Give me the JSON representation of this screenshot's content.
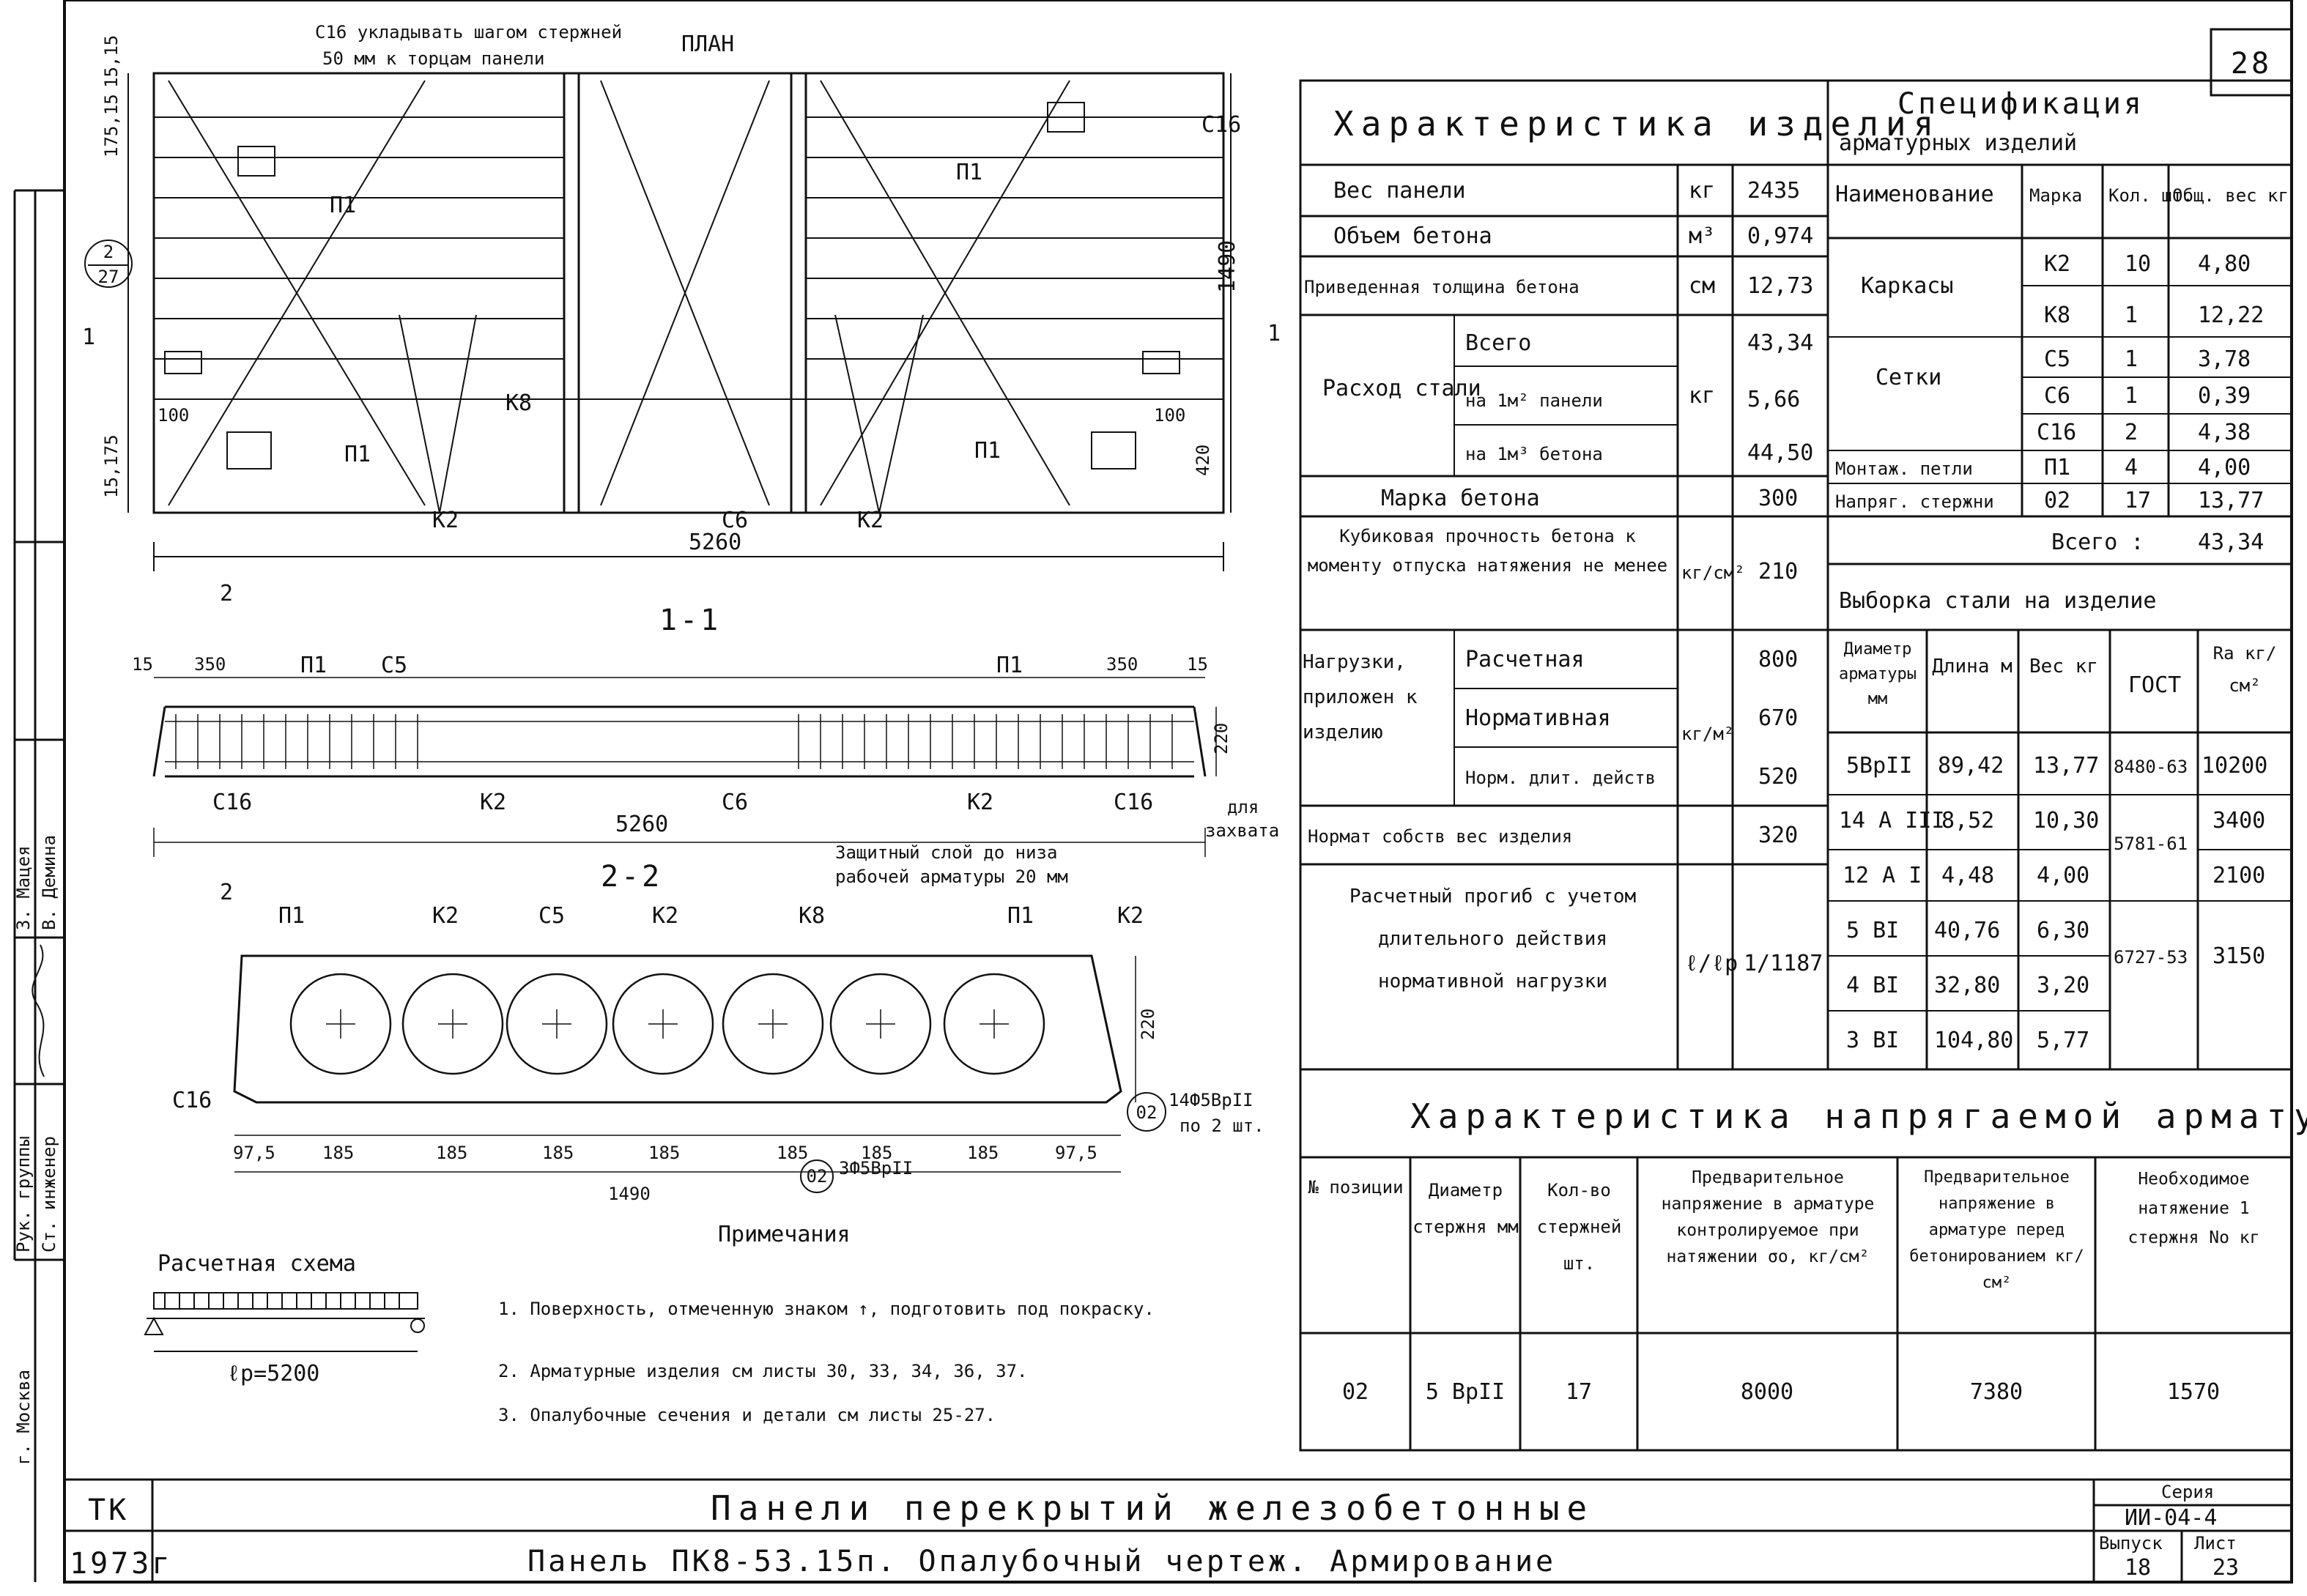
{
  "sheet_number": "28",
  "plan": {
    "title": "ПЛАН",
    "note_line1": "С16 укладывать шагом стержней",
    "note_line2": "50 мм к торцам панели",
    "length": "5260",
    "width": "1490",
    "dims_left": [
      "15,15",
      "175,15",
      "100",
      "15,175"
    ],
    "dims_right": [
      "100",
      "420"
    ],
    "callout_top": "2",
    "callout_bottom": "27",
    "labels": {
      "c16": "С16",
      "p1": "П1",
      "k8": "К8",
      "k2": "К2",
      "c6": "С6",
      "section": "1"
    }
  },
  "section11": {
    "title": "1-1",
    "length": "5260",
    "dims": [
      "15",
      "350",
      "350",
      "15",
      "220"
    ],
    "labels": {
      "p1": "П1",
      "c5": "С5",
      "c16": "С16",
      "k2": "К2",
      "c6": "С6"
    },
    "for_grip_1": "для",
    "for_grip_2": "захвата",
    "protective_1": "Защитный слой до низа",
    "protective_2": "рабочей арматуры 20 мм",
    "section_mark": "2"
  },
  "section22": {
    "title": "2-2",
    "labels": {
      "p1": "П1",
      "k2": "К2",
      "c5": "С5",
      "k8": "К8",
      "c16": "С16"
    },
    "dims": [
      "97,5",
      "185",
      "185",
      "185",
      "185",
      "185",
      "185",
      "185",
      "97,5"
    ],
    "total": "1490",
    "height": "220",
    "callout": "02",
    "rebar_right_1": "14Ф5ВрII",
    "rebar_right_2": "по 2 шт.",
    "rebar_bottom": "3Ф5ВрII"
  },
  "calc_scheme": {
    "title": "Расчетная схема",
    "span": "ℓр=5200"
  },
  "notes": {
    "title": "Примечания",
    "items": [
      "1. Поверхность, отмеченную знаком ↑, подготовить под покраску.",
      "2. Арматурные изделия см листы 30, 33, 34, 36, 37.",
      "3. Опалубочные сечения и детали см листы 25-27."
    ]
  },
  "characteristics": {
    "title": "Характеристика изделия",
    "rows": [
      {
        "label": "Вес панели",
        "unit": "кг",
        "value": "2435"
      },
      {
        "label": "Объем бетона",
        "unit": "м³",
        "value": "0,974"
      },
      {
        "label": "Приведенная толщина бетона",
        "unit": "см",
        "value": "12,73"
      },
      {
        "label": "Расход стали",
        "unit": "кг",
        "sub": [
          {
            "label": "Всего",
            "value": "43,34"
          },
          {
            "label": "на 1м² панели",
            "value": "5,66"
          },
          {
            "label": "на 1м³ бетона",
            "value": "44,50"
          }
        ]
      },
      {
        "label": "Марка бетона",
        "unit": "",
        "value": "300"
      },
      {
        "label": "Кубиковая прочность бетона к моменту отпуска натяжения не менее",
        "unit": "кг/см²",
        "value": "210"
      },
      {
        "label": "Нагрузки, приложен к изделию",
        "unit": "кг/м²",
        "sub": [
          {
            "label": "Расчетная",
            "value": "800"
          },
          {
            "label": "Нормативная",
            "value": "670"
          },
          {
            "label": "Норм. длит. действ",
            "value": "520"
          }
        ]
      },
      {
        "label": "Нормат собств вес изделия",
        "unit": "",
        "value": "320"
      },
      {
        "label": "Расчетный прогиб с учетом длительного действия нормативной нагрузки",
        "unit": "ℓ/ℓр",
        "value": "1/1187"
      }
    ]
  },
  "specification": {
    "title_1": "Спецификация",
    "title_2": "арматурных изделий",
    "headers": [
      "Наименование",
      "Марка",
      "Кол. шт.",
      "Общ. вес кг"
    ],
    "rows": [
      {
        "name": "Каркасы",
        "mark": "К2",
        "qty": "10",
        "weight": "4,80"
      },
      {
        "name": "",
        "mark": "К8",
        "qty": "1",
        "weight": "12,22"
      },
      {
        "name": "Сетки",
        "mark": "С5",
        "qty": "1",
        "weight": "3,78"
      },
      {
        "name": "",
        "mark": "С6",
        "qty": "1",
        "weight": "0,39"
      },
      {
        "name": "",
        "mark": "С16",
        "qty": "2",
        "weight": "4,38"
      },
      {
        "name": "Монтаж. петли",
        "mark": "П1",
        "qty": "4",
        "weight": "4,00"
      },
      {
        "name": "Напряг. стержни",
        "mark": "02",
        "qty": "17",
        "weight": "13,77"
      }
    ],
    "total_label": "Всего :",
    "total_value": "43,34"
  },
  "steel_selection": {
    "title": "Выборка стали на изделие",
    "headers": [
      "Диаметр арматуры мм",
      "Длина м",
      "Вес кг",
      "ГОСТ",
      "Ra кг/см²"
    ],
    "rows": [
      {
        "d": "5ВрII",
        "len": "89,42",
        "w": "13,77",
        "gost": "8480-63",
        "ra": "10200"
      },
      {
        "d": "14 А III",
        "len": "8,52",
        "w": "10,30",
        "gost": "5781-61",
        "ra": "3400"
      },
      {
        "d": "12 А I",
        "len": "4,48",
        "w": "4,00",
        "gost": "",
        "ra": "2100"
      },
      {
        "d": "5 ВI",
        "len": "40,76",
        "w": "6,30",
        "gost": "6727-53",
        "ra": "3150"
      },
      {
        "d": "4 ВI",
        "len": "32,80",
        "w": "3,20",
        "gost": "",
        "ra": ""
      },
      {
        "d": "3 ВI",
        "len": "104,80",
        "w": "5,77",
        "gost": "",
        "ra": ""
      }
    ]
  },
  "prestress": {
    "title": "Характеристика напрягаемой арматуры",
    "headers": [
      "№ позиции",
      "Диаметр стержня мм",
      "Кол-во стержней шт.",
      "Предварительное напряжение в арматуре контролируемое при натяжении σо, кг/см²",
      "Предварительное напряжение в арматуре перед бетонированием кг/см²",
      "Необходимое натяжение 1 стержня No кг"
    ],
    "row": {
      "pos": "02",
      "d": "5 ВрII",
      "qty": "17",
      "s1": "8000",
      "s2": "7380",
      "n": "1570"
    }
  },
  "left_stamp": {
    "city": "г. Москва",
    "role_1": "Рук. группы",
    "role_2": "Ст. инженер",
    "name_1": "З. Мацея",
    "name_2": "В. Демина"
  },
  "title_block": {
    "org": "ТК",
    "year": "1973г",
    "title_1": "Панели перекрытий железобетонные",
    "title_2": "Панель ПК8-53.15п. Опалубочный чертеж. Армирование",
    "series_label": "Серия",
    "series_value": "ИИ-04-4",
    "issue_label": "Выпуск",
    "issue_value": "18",
    "sheet_label": "Лист",
    "sheet_value": "23"
  }
}
